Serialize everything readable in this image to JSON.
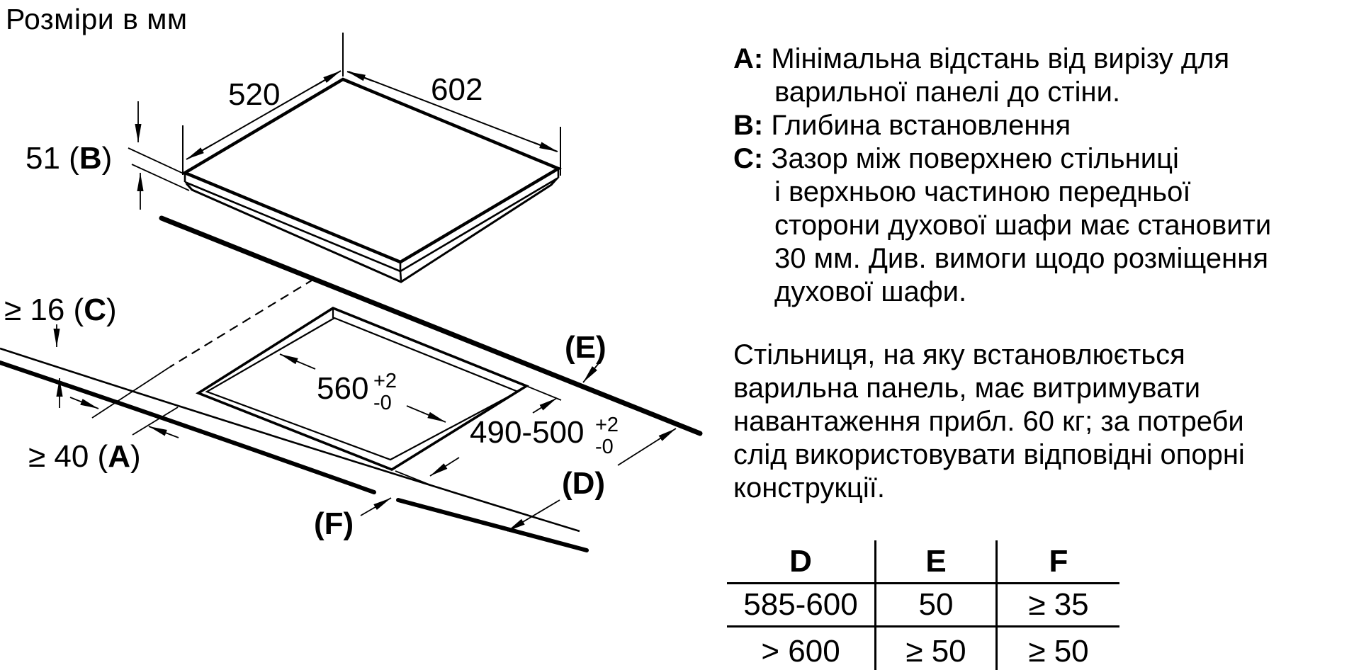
{
  "title": "Розміри в мм",
  "diagram": {
    "dim_520": "520",
    "dim_602": "602",
    "dim_51_pre": "51 (",
    "dim_51_letter": "B",
    "dim_51_post": ")",
    "dim_c_pre": "≥ 16 (",
    "dim_c_letter": "C",
    "dim_c_post": ")",
    "dim_a_pre": "≥ 40 (",
    "dim_a_letter": "A",
    "dim_a_post": ")",
    "cutout_width_main": "560",
    "cutout_width_plus": "+2",
    "cutout_width_minus": "-0",
    "cutout_depth_main": "490-500",
    "cutout_depth_plus": "+2",
    "cutout_depth_minus": "-0",
    "label_e": "(E)",
    "label_d": "(D)",
    "label_f": "(F)"
  },
  "legend": {
    "separator": ":",
    "items": [
      {
        "letter": "A",
        "lines": [
          "Мінімальна відстань від вирізу для",
          "варильної панелі до стіни."
        ]
      },
      {
        "letter": "B",
        "lines": [
          "Глибина встановлення"
        ]
      },
      {
        "letter": "C",
        "lines": [
          "Зазор між поверхнею стільниці",
          "і верхньою частиною передньої",
          "сторони духової шафи має становити",
          "30 мм. Див. вимоги щодо розміщення",
          "духової шафи."
        ]
      }
    ]
  },
  "paragraph": {
    "lines": [
      "Стільниця, на яку встановлюється",
      "варильна панель, має витримувати",
      "навантаження прибл. 60 кг; за потреби",
      "слід використовувати відповідні опорні",
      "конструкції."
    ]
  },
  "table": {
    "headers": [
      "D",
      "E",
      "F"
    ],
    "rows": [
      [
        "585-600",
        "50",
        "≥ 35"
      ],
      [
        "> 600",
        "≥ 50",
        "≥ 50"
      ]
    ]
  }
}
